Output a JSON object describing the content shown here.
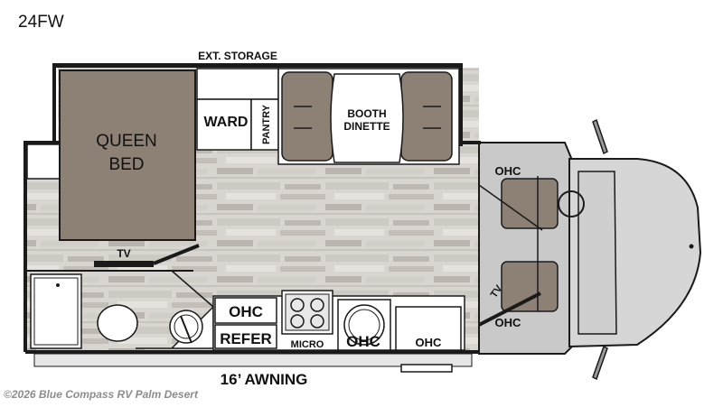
{
  "model_name": "24FW",
  "copyright": "©2026 Blue Compass RV Palm Desert",
  "labels": {
    "ext_storage": "EXT. STORAGE",
    "bed_line1": "QUEEN",
    "bed_line2": "BED",
    "ward": "WARD",
    "pantry": "PANTRY",
    "booth_line1": "BOOTH",
    "booth_line2": "DINETTE",
    "tv_bedroom": "TV",
    "ohc_kitchen": "OHC",
    "refer": "REFER",
    "micro": "MICRO",
    "ohc_sink": "OHC",
    "ohc_counter": "OHC",
    "ohc_cab_top": "OHC",
    "ohc_cab_bottom": "OHC",
    "tv_cab": "TV",
    "awning": "16’ AWNING"
  },
  "colors": {
    "bed": "#8c8174",
    "dinette": "#8c8174",
    "cab_seat": "#8c8174",
    "cab_floor": "#c9c9c9",
    "floor": "#d9d6d1",
    "wall": "#1a1a1a"
  }
}
